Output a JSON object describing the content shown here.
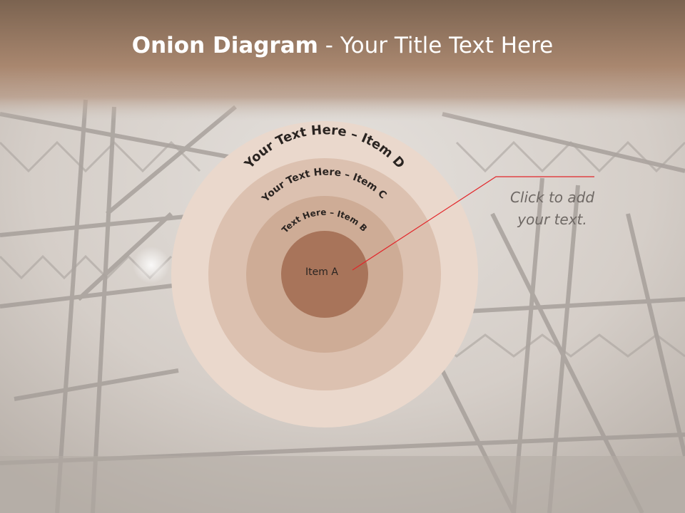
{
  "slide": {
    "title_bold": "Onion Diagram",
    "title_rest": " - Your Title Text Here"
  },
  "onion": {
    "layers": [
      {
        "label": "Your Text Here – Item D",
        "color": "#ead8cc"
      },
      {
        "label": "Your Text Here – Item C",
        "color": "#dcc1b0"
      },
      {
        "label": "Text Here – Item B",
        "color": "#ceac96"
      },
      {
        "label": "Item A",
        "color": "#a8745a"
      }
    ]
  },
  "callout": {
    "line1": "Click  to add",
    "line2": "your text.",
    "line_color": "#e2262a"
  },
  "colors": {
    "header": "#7b6350",
    "header_fade": "#b8907a",
    "photo_tint": "#d7d0ca",
    "girder": "#9e9792"
  }
}
